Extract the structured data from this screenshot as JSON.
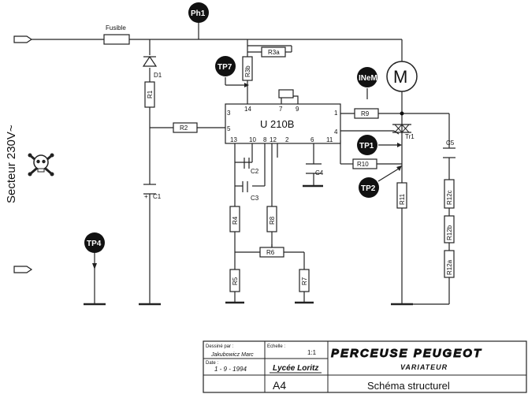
{
  "supply": {
    "label": "Secteur 230V~"
  },
  "fuse": {
    "label": "Fusible"
  },
  "ic": {
    "name": "U 210B",
    "pins": {
      "p14": "14",
      "p7": "7",
      "p9": "9",
      "p3": "3",
      "p5": "5",
      "p1": "1",
      "p4": "4",
      "p13": "13",
      "p10": "10",
      "p8": "8",
      "p12": "12",
      "p2": "2",
      "p6": "6",
      "p11": "11"
    }
  },
  "test_points": {
    "ph1": "Ph1",
    "tp7": "TP7",
    "ineм": "INeM",
    "tp1": "TP1",
    "tp2": "TP2",
    "tp4": "TP4"
  },
  "motor": {
    "label": "M"
  },
  "components": {
    "d1": "D1",
    "r1": "R1",
    "r2": "R2",
    "r3a": "R3a",
    "r3b": "R3b",
    "r9": "R9",
    "r10": "R10",
    "tr1": "Tr1",
    "c5": "C5",
    "c1": "C1",
    "c1_plus": "+",
    "c2": "C2",
    "c3": "C3",
    "c4": "C4",
    "r4": "R4",
    "r8": "R8",
    "r6": "R6",
    "r5": "R5",
    "r7": "R7",
    "r11": "R11",
    "r12c": "R12c",
    "r12b": "R12b",
    "r12a": "R12a"
  },
  "title_block": {
    "drawn_by_label": "Dessiné par :",
    "drawn_by": "Jakubowicz Marc",
    "date_label": "Date :",
    "date": "1 - 9 - 1994",
    "scale_label": "Echelle :",
    "scale": "1:1",
    "school": "Lycée Loritz",
    "title": "PERCEUSE PEUGEOT",
    "subtitle": "VARIATEUR",
    "format": "A4",
    "drawing_name": "Schéma structurel"
  }
}
